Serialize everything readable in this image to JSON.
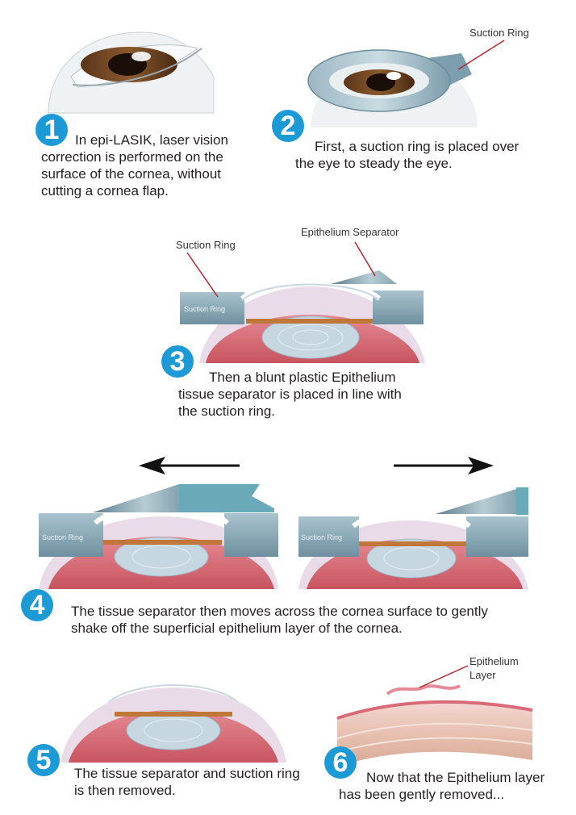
{
  "steps": [
    {
      "number": "1",
      "text": "In epi-LASIK, laser vision correction is performed on the surface of the cornea, without cutting a cornea flap."
    },
    {
      "number": "2",
      "text": "First, a suction ring is placed over the eye to steady the eye."
    },
    {
      "number": "3",
      "text": "Then a blunt plastic Epithelium tissue separator is placed in line with the suction ring."
    },
    {
      "number": "4",
      "text": "The tissue separator then moves across the cornea surface to gently shake off the superficial epithelium layer of the cornea."
    },
    {
      "number": "5",
      "text": "The tissue separator and suction ring is then removed."
    },
    {
      "number": "6",
      "text": "Now that the Epithelium layer has been gently removed..."
    }
  ],
  "labels": {
    "suction_ring": "Suction Ring",
    "epithelium_separator": "Epithelium Separator",
    "epithelium_layer_line1": "Epithelium",
    "epithelium_layer_line2": "Layer"
  },
  "colors": {
    "badge": "#1c9ad6",
    "pointer_line": "#b3262e",
    "ring_steel": "#7fa2b2",
    "tissue_pink": "#d9737c"
  }
}
